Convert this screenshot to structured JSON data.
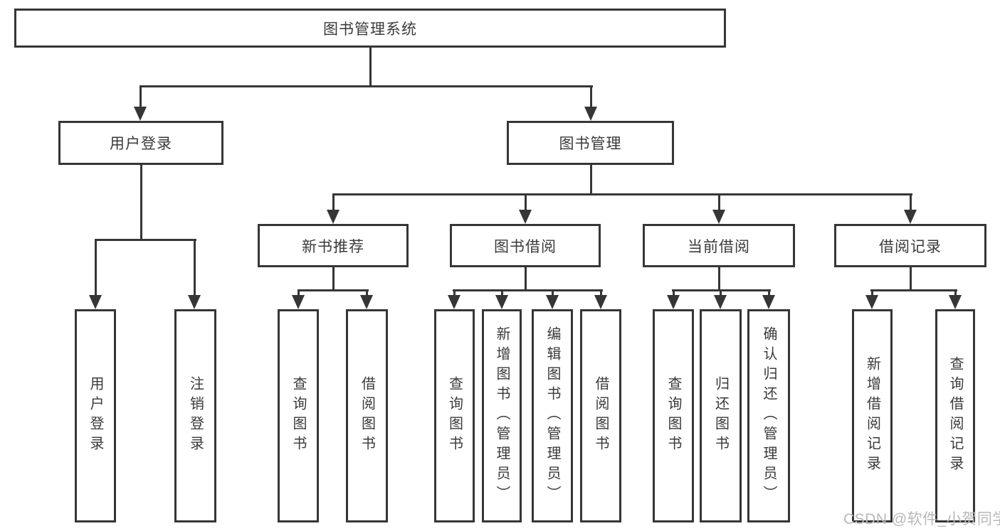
{
  "tree": {
    "root": "图书管理系统",
    "children": [
      {
        "label": "用户登录",
        "children": [
          {
            "label": "用户登录"
          },
          {
            "label": "注销登录"
          }
        ]
      },
      {
        "label": "图书管理",
        "children": [
          {
            "label": "新书推荐",
            "children": [
              {
                "label": "查询图书"
              },
              {
                "label": "借阅图书"
              }
            ]
          },
          {
            "label": "图书借阅",
            "children": [
              {
                "label": "查询图书"
              },
              {
                "label": "新增图书（管理员）"
              },
              {
                "label": "编辑图书（管理员）"
              },
              {
                "label": "借阅图书"
              }
            ]
          },
          {
            "label": "当前借阅",
            "children": [
              {
                "label": "查询图书"
              },
              {
                "label": "归还图书"
              },
              {
                "label": "确认归还（管理员）"
              }
            ]
          },
          {
            "label": "借阅记录",
            "children": [
              {
                "label": "新增借阅记录"
              },
              {
                "label": "查询借阅记录"
              }
            ]
          }
        ]
      }
    ]
  },
  "watermark": "CSDN @软件_小贺同学",
  "colors": {
    "line": "#363636",
    "text": "#3a3a3a",
    "watermark": "#b9b9b9",
    "background": "#ffffff"
  }
}
